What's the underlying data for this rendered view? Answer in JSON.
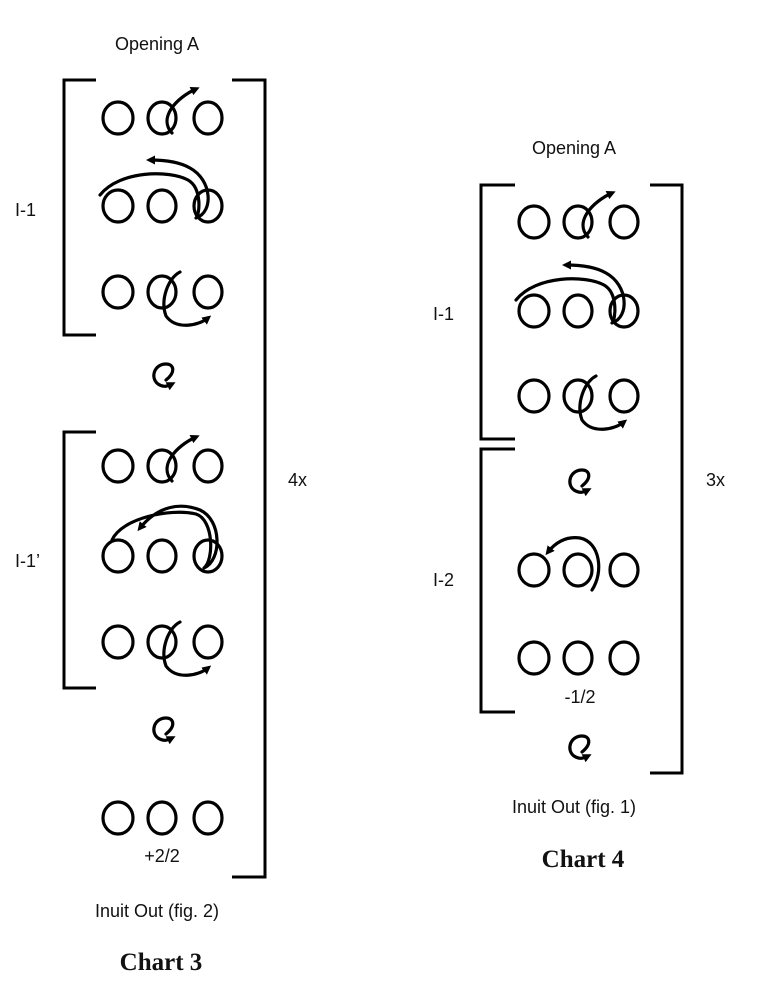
{
  "charts": [
    {
      "opening_label": "Opening A",
      "repeat_label": "4x",
      "sections": [
        {
          "label": "I-1"
        },
        {
          "label": "I-1’"
        }
      ],
      "end_note": "+2/2",
      "exit_label": "Inuit Out (fig. 2)",
      "caption": "Chart 3"
    },
    {
      "opening_label": "Opening A",
      "repeat_label": "3x",
      "sections": [
        {
          "label": "I-1"
        },
        {
          "label": "I-2"
        }
      ],
      "end_note": "-1/2",
      "exit_label": "Inuit Out (fig. 1)",
      "caption": "Chart 4"
    }
  ]
}
